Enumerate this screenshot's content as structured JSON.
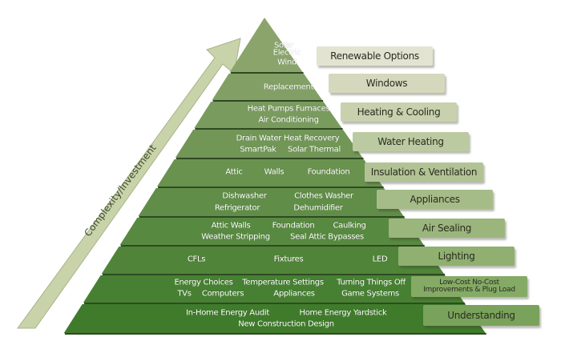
{
  "arrow_label": "Complexity/Investment",
  "tiers": [
    {
      "label": "Renewable Options",
      "items": [
        "Solar",
        "Electric",
        "Wind"
      ]
    },
    {
      "label": "Windows",
      "items": [
        "Replacement"
      ]
    },
    {
      "label": "Heating & Cooling",
      "items": [
        "Heat Pumps Furnaces",
        "Air Conditioning"
      ]
    },
    {
      "label": "Water Heating",
      "items": [
        "Drain Water Heat Recovery",
        "SmartPak",
        "Solar Thermal"
      ]
    },
    {
      "label": "Insulation & Ventilation",
      "items": [
        "Attic",
        "Walls",
        "Foundation"
      ]
    },
    {
      "label": "Appliances",
      "items": [
        "Dishwasher",
        "Clothes Washer",
        "Refrigerator",
        "Dehumidifier"
      ]
    },
    {
      "label": "Air Sealing",
      "items": [
        "Attic Walls",
        "Foundation",
        "Caulking",
        "Weather Stripping",
        "Seal Attic Bypasses"
      ]
    },
    {
      "label": "Lighting",
      "items": [
        "CFLs",
        "Fixtures",
        "LED"
      ]
    },
    {
      "label_lines": [
        "Low-Cost No-Cost",
        "Improvements & Plug Load"
      ],
      "items": [
        "Energy Choices",
        "Temperature Settings",
        "Turning Things Off",
        "TVs",
        "Computers",
        "Appliances",
        "Game Systems"
      ]
    },
    {
      "label": "Understanding",
      "items": [
        "In-Home Energy Audit",
        "Home Energy Yardstick",
        "New Construction Design"
      ]
    }
  ],
  "colors": {
    "arrow": "#c9d3aa",
    "tier_top": "#8aa46c",
    "tier_bottom": "#3f7b2b",
    "label_top": "#e3e3d2",
    "label_bottom": "#79a35a"
  }
}
